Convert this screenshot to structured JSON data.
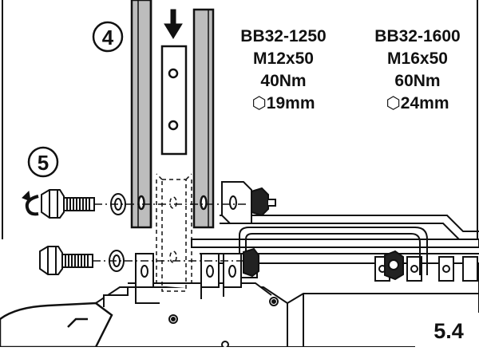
{
  "steps": {
    "step4": "4",
    "step5": "5"
  },
  "specs": {
    "bb1250": {
      "model": "BB32-1250",
      "bolt": "M12x50",
      "torque": "40Nm",
      "wrench": "⬡19mm"
    },
    "bb1600": {
      "model": "BB32-1600",
      "bolt": "M16x50",
      "torque": "60Nm",
      "wrench": "⬡24mm"
    }
  },
  "page": {
    "section": "5.4"
  },
  "icons": {
    "down_arrow": "down-arrow-icon",
    "rotate": "rotate-arrow-icon"
  },
  "colors": {
    "ink": "#111111",
    "busbar_fill": "#bdbdbd",
    "paper": "#ffffff"
  }
}
